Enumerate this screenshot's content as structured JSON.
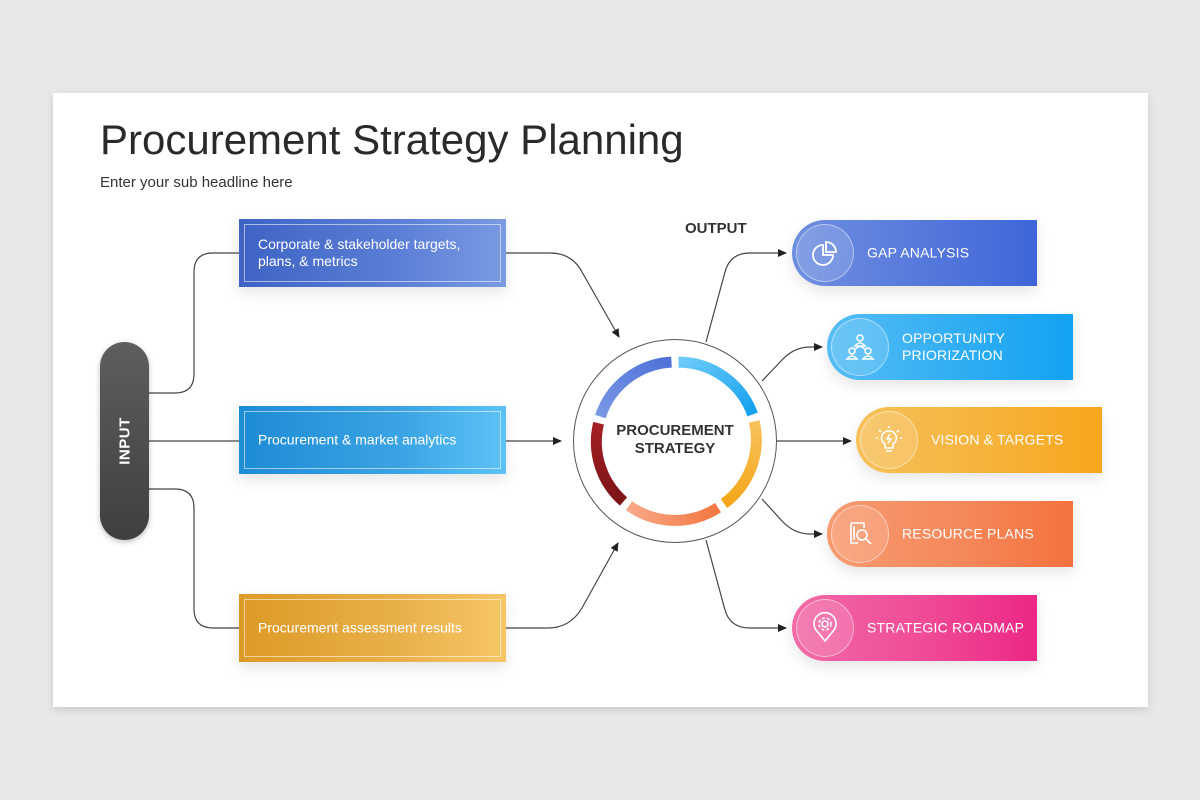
{
  "slide": {
    "title": "Procurement Strategy Planning",
    "subtitle": "Enter your sub headline here"
  },
  "input": {
    "label": "INPUT",
    "boxes": [
      {
        "text": "Corporate & stakeholder targets, plans, & metrics",
        "color": "#4a6fcf"
      },
      {
        "text": "Procurement  & market analytics",
        "color": "#2e9ae0"
      },
      {
        "text": "Procurement  assessment  results",
        "color": "#e6a83e"
      }
    ]
  },
  "hub": {
    "line1": "PROCUREMENT",
    "line2": "STRATEGY",
    "segments": [
      {
        "name": "blue",
        "color": "#5b7fdc"
      },
      {
        "name": "sky",
        "color": "#2eaaf0"
      },
      {
        "name": "gold",
        "color": "#f6b02e"
      },
      {
        "name": "orange",
        "color": "#f5855a"
      },
      {
        "name": "crimson",
        "color": "#8e1a1e"
      }
    ]
  },
  "output": {
    "label": "OUTPUT",
    "items": [
      {
        "label": "GAP ANALYSIS",
        "icon": "pie-chart-icon",
        "color": "#5578dc"
      },
      {
        "label": "OPPORTUNITY PRIORIZATION",
        "line1": "OPPORTUNITY",
        "line2": "PRIORIZATION",
        "icon": "team-hierarchy-icon",
        "color": "#2fadf3"
      },
      {
        "label": "VISION & TARGETS",
        "icon": "lightbulb-icon",
        "color": "#f6b33a"
      },
      {
        "label": "RESOURCE PLANS",
        "icon": "document-search-icon",
        "color": "#f5885a"
      },
      {
        "label": "STRATEGIC ROADMAP",
        "icon": "location-gear-icon",
        "color": "#ef4a95"
      }
    ]
  }
}
